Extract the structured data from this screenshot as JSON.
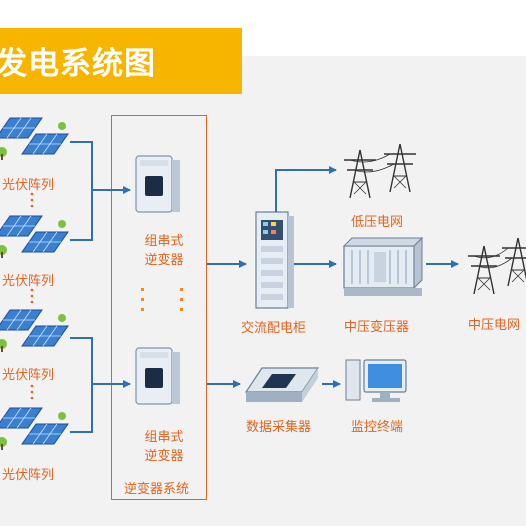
{
  "title": "发电系统图",
  "pv_label": "光伏阵列",
  "inverter_label_line1": "组串式",
  "inverter_label_line2": "逆变器",
  "inverter_system_label": "逆变器系统",
  "ac_cabinet_label": "交流配电柜",
  "low_voltage_grid_label": "低压电网",
  "mv_transformer_label": "中压变压器",
  "mv_grid_label": "中压电网",
  "data_collector_label": "数据采集器",
  "monitor_terminal_label": "监控终端",
  "colors": {
    "accent": "#f7b500",
    "label": "#e0641f",
    "arrow": "#2f6fb4"
  }
}
